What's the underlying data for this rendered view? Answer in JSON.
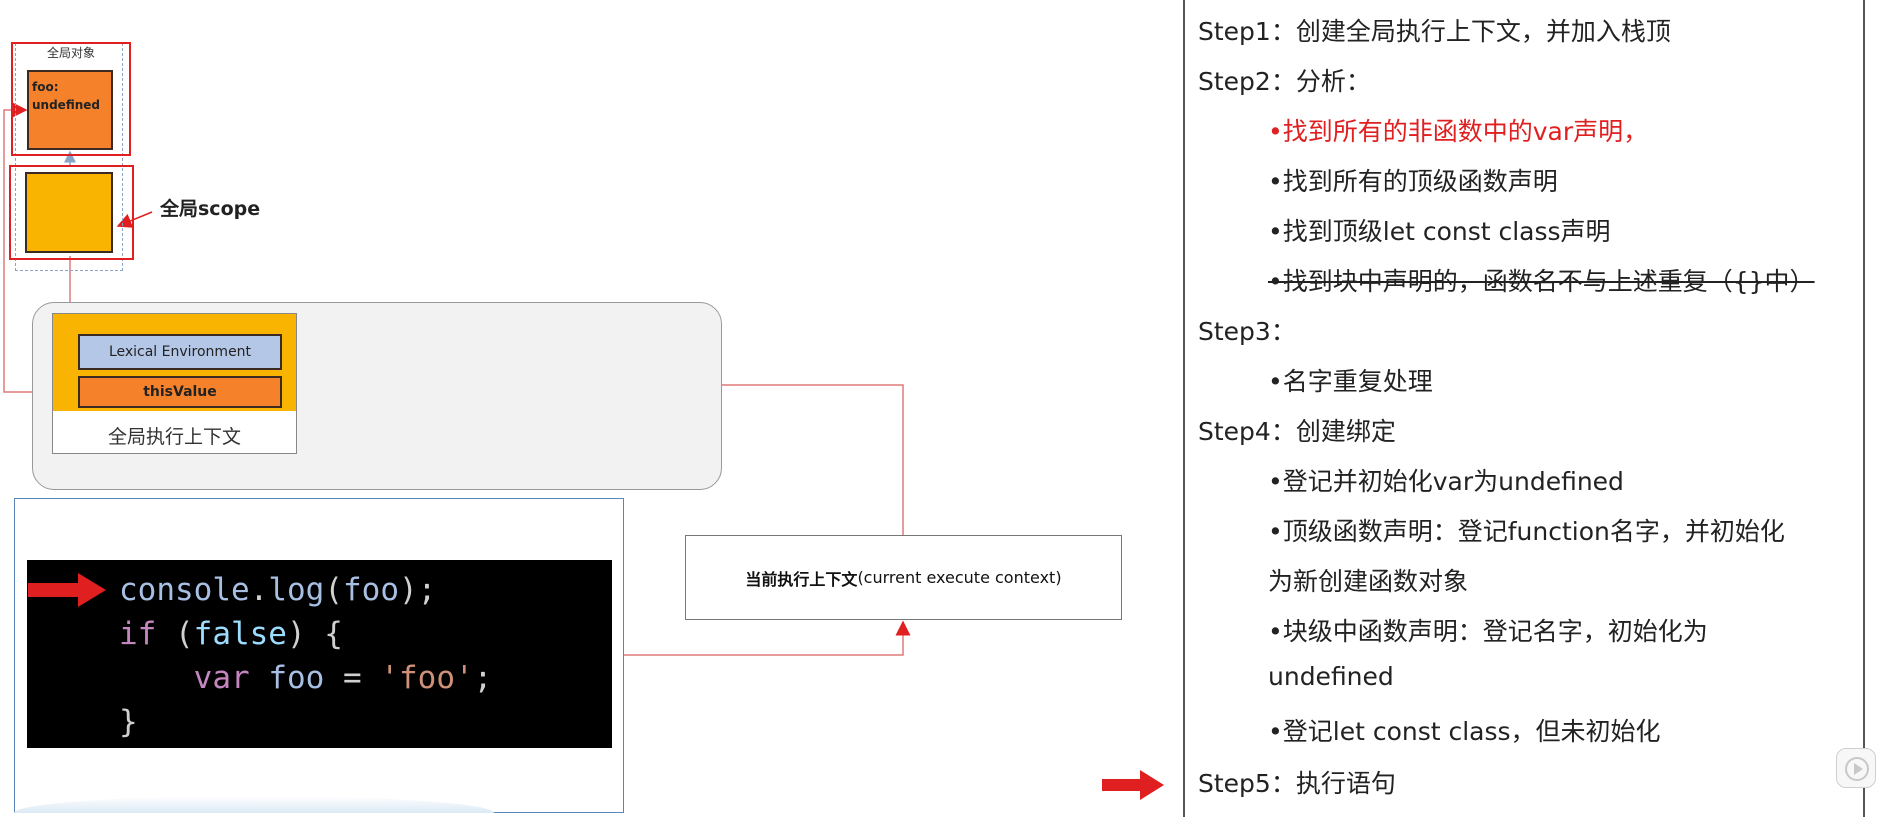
{
  "global_object": {
    "title": "全局对象",
    "foo_entry": "foo:",
    "foo_value": "undefined"
  },
  "global_scope": {
    "label": "全局scope"
  },
  "execution_context": {
    "lexical_environment": "Lexical Environment",
    "this_value": "thisValue",
    "label": "全局执行上下文"
  },
  "code": {
    "lines": [
      [
        {
          "t": "id",
          "v": "console"
        },
        {
          "t": "pun",
          "v": "."
        },
        {
          "t": "id",
          "v": "log"
        },
        {
          "t": "pun",
          "v": "("
        },
        {
          "t": "id",
          "v": "foo"
        },
        {
          "t": "pun",
          "v": ");"
        }
      ],
      [
        {
          "t": "kw",
          "v": "if"
        },
        {
          "t": "pun",
          "v": " ("
        },
        {
          "t": "num",
          "v": "false"
        },
        {
          "t": "pun",
          "v": ") {"
        }
      ],
      [
        {
          "t": "pun",
          "v": "    "
        },
        {
          "t": "kw",
          "v": "var"
        },
        {
          "t": "pun",
          "v": " "
        },
        {
          "t": "id",
          "v": "foo"
        },
        {
          "t": "pun",
          "v": " = "
        },
        {
          "t": "str",
          "v": "'foo'"
        },
        {
          "t": "pun",
          "v": ";"
        }
      ],
      [
        {
          "t": "pun",
          "v": "}"
        }
      ]
    ]
  },
  "current_context": {
    "label_cn": "当前执行上下文",
    "label_en": "(current  execute context)"
  },
  "steps": {
    "step1": "Step1：创建全局执行上下文，并加入栈顶",
    "step2": "Step2：分析：",
    "step2_items": [
      "•找到所有的非函数中的var声明，",
      "•找到所有的顶级函数声明",
      "•找到顶级let const class声明",
      "•找到块中声明的，函数名不与上述重复（{}中）"
    ],
    "step3": "Step3：",
    "step3_items": [
      "•名字重复处理"
    ],
    "step4": "Step4：创建绑定",
    "step4_items": [
      "•登记并初始化var为undefined",
      "•顶级函数声明：登记function名字，并初始化",
      "为新创建函数对象",
      "•块级中函数声明：登记名字，初始化为",
      "undefined",
      "•登记let const class，但未初始化"
    ],
    "step5": "Step5：执行语句"
  },
  "colors": {
    "accent_red": "#e02020",
    "orange": "#f5822a",
    "amber": "#f8b400",
    "lexical_blue": "#b4c7e7"
  }
}
